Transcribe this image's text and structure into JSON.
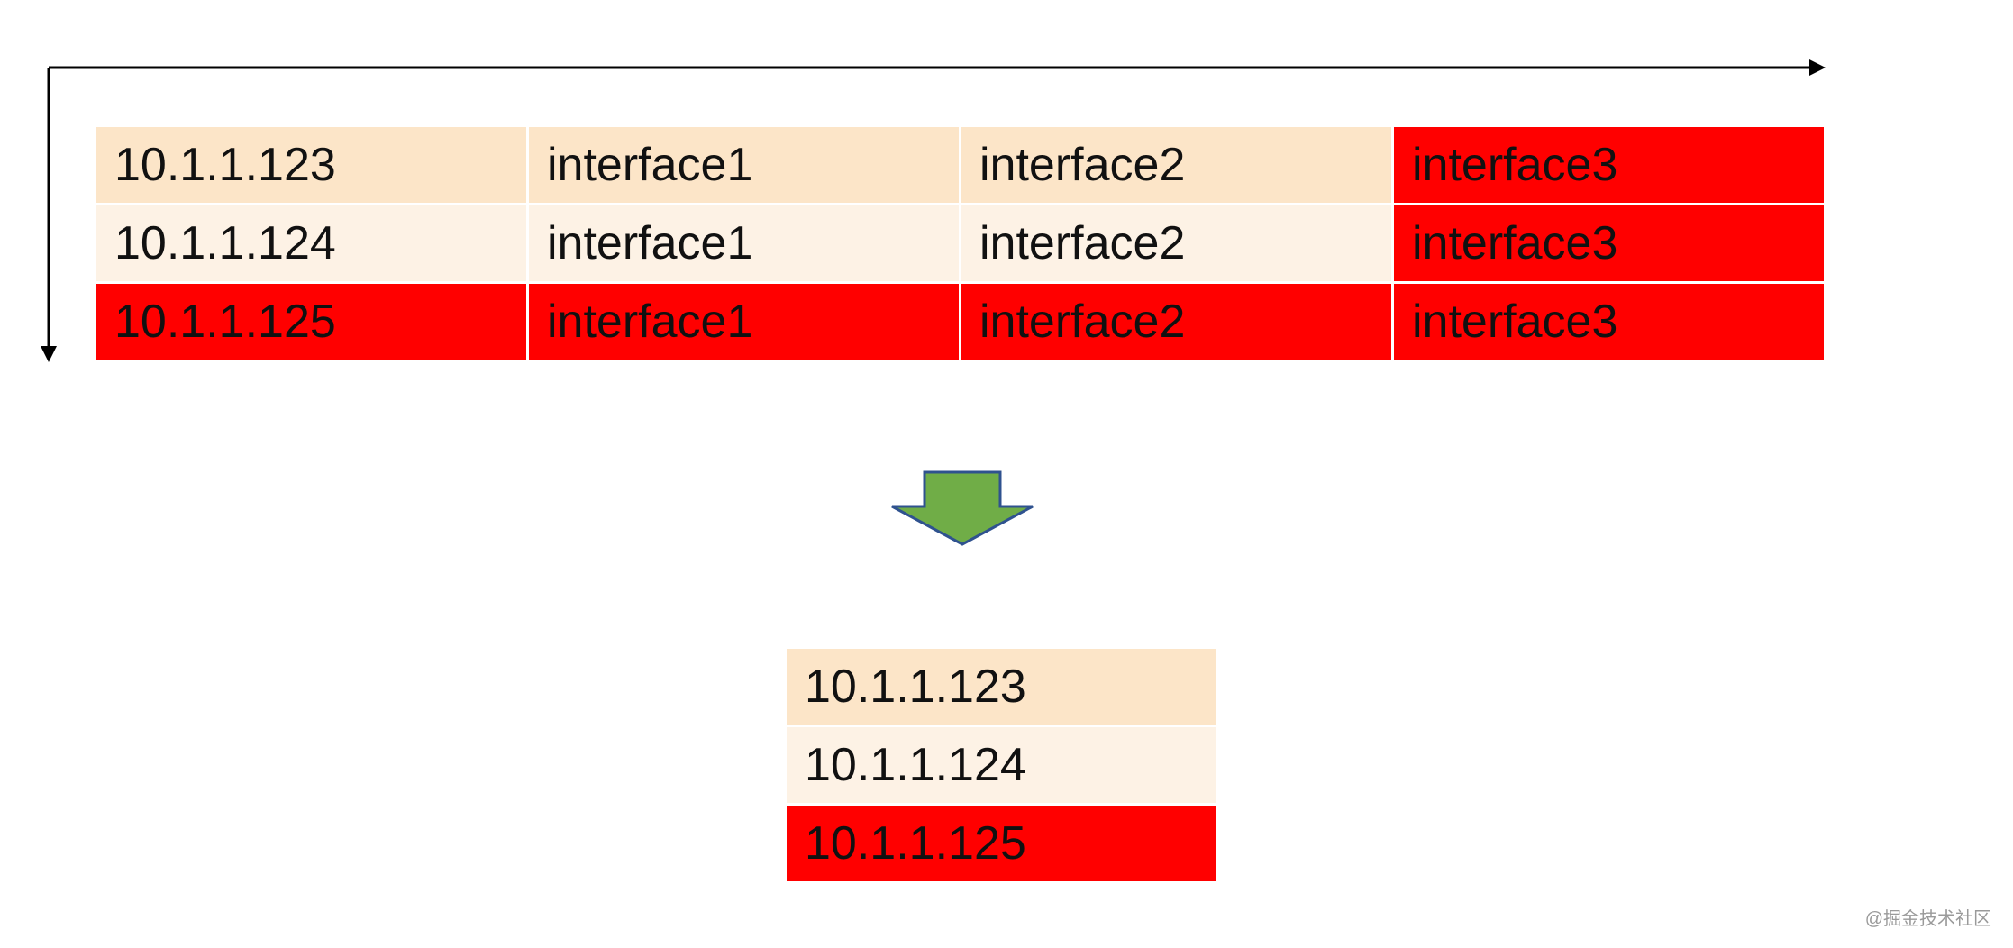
{
  "top_table": {
    "rows": [
      {
        "tone": "#fce5c8",
        "cells": [
          {
            "text": "10.1.1.123",
            "highlight": false
          },
          {
            "text": "interface1",
            "highlight": false
          },
          {
            "text": "interface2",
            "highlight": false
          },
          {
            "text": "interface3",
            "highlight": true
          }
        ]
      },
      {
        "tone": "#fdf2e5",
        "cells": [
          {
            "text": "10.1.1.124",
            "highlight": false
          },
          {
            "text": "interface1",
            "highlight": false
          },
          {
            "text": "interface2",
            "highlight": false
          },
          {
            "text": "interface3",
            "highlight": true
          }
        ]
      },
      {
        "tone": "#ff0000",
        "cells": [
          {
            "text": "10.1.1.125",
            "highlight": true
          },
          {
            "text": "interface1",
            "highlight": true
          },
          {
            "text": "interface2",
            "highlight": true
          },
          {
            "text": "interface3",
            "highlight": true
          }
        ]
      }
    ]
  },
  "bottom_table": {
    "rows": [
      {
        "text": "10.1.1.123",
        "tone": "#fce5c8"
      },
      {
        "text": "10.1.1.124",
        "tone": "#fdf2e5"
      },
      {
        "text": "10.1.1.125",
        "tone": "#ff0000"
      }
    ]
  },
  "colors": {
    "highlight": "#ff0000",
    "arrow_fill": "#70ad47",
    "arrow_stroke": "#2f528f",
    "axis": "#000000"
  },
  "icons": {
    "transform_arrow": "down-arrow-icon"
  },
  "watermark": "@掘金技术社区"
}
